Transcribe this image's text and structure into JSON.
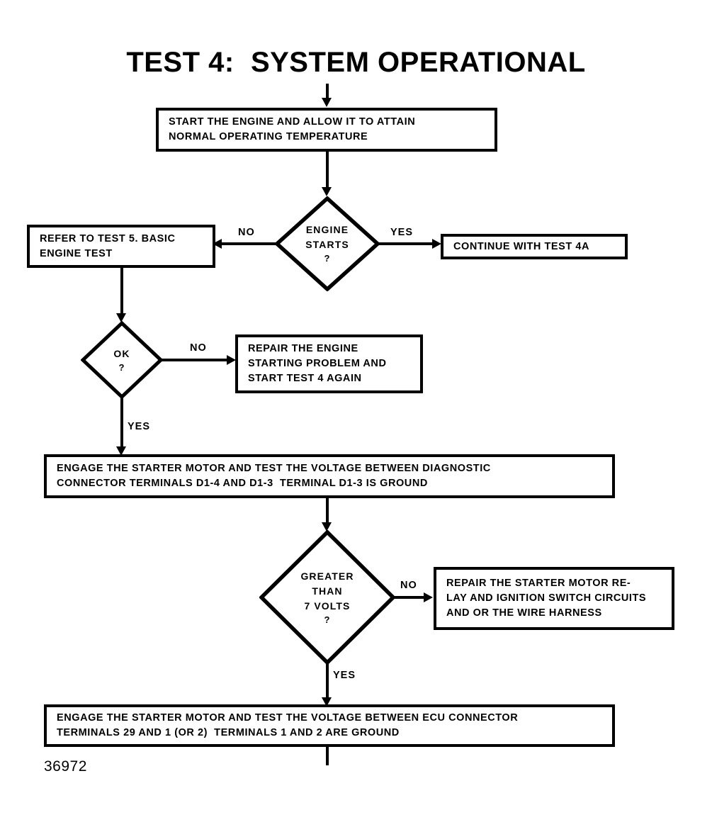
{
  "title": "TEST 4:  SYSTEM OPERATIONAL",
  "figure_number": "36972",
  "colors": {
    "ink": "#000000",
    "paper": "#ffffff"
  },
  "nodes": {
    "start_engine": {
      "type": "process",
      "lines": [
        "START THE ENGINE AND ALLOW IT TO ATTAIN",
        "NORMAL OPERATING TEMPERATURE"
      ]
    },
    "engine_starts": {
      "type": "decision",
      "lines": [
        "ENGINE",
        "STARTS"
      ],
      "question": "?"
    },
    "refer_test5": {
      "type": "process",
      "lines": [
        "REFER TO TEST 5. BASIC",
        "ENGINE TEST"
      ]
    },
    "continue_test4a": {
      "type": "process",
      "lines": [
        "CONTINUE WITH TEST 4A"
      ]
    },
    "ok_check": {
      "type": "decision",
      "lines": [
        "OK"
      ],
      "question": "?"
    },
    "repair_engine": {
      "type": "process",
      "lines": [
        "REPAIR THE ENGINE",
        "STARTING PROBLEM AND",
        "START TEST 4 AGAIN"
      ]
    },
    "engage_starter_diag": {
      "type": "process",
      "lines": [
        "ENGAGE THE STARTER MOTOR AND TEST THE VOLTAGE BETWEEN DIAGNOSTIC",
        "CONNECTOR TERMINALS D1-4 AND D1-3  TERMINAL D1-3 IS GROUND"
      ]
    },
    "greater_7_volts": {
      "type": "decision",
      "lines": [
        "GREATER",
        "THAN",
        "7 VOLTS"
      ],
      "question": "?"
    },
    "repair_relay": {
      "type": "process",
      "lines": [
        "REPAIR THE STARTER MOTOR RE-",
        "LAY AND IGNITION SWITCH CIRCUITS",
        "AND OR THE WIRE HARNESS"
      ]
    },
    "engage_starter_ecu": {
      "type": "process",
      "lines": [
        "ENGAGE THE STARTER MOTOR AND TEST THE VOLTAGE BETWEEN ECU CONNECTOR",
        "TERMINALS 29 AND 1 (OR 2)  TERMINALS 1 AND 2 ARE GROUND"
      ]
    }
  },
  "branch_labels": {
    "engine_starts_no": "NO",
    "engine_starts_yes": "YES",
    "ok_no": "NO",
    "ok_yes": "YES",
    "volts_no": "NO",
    "volts_yes": "YES"
  }
}
